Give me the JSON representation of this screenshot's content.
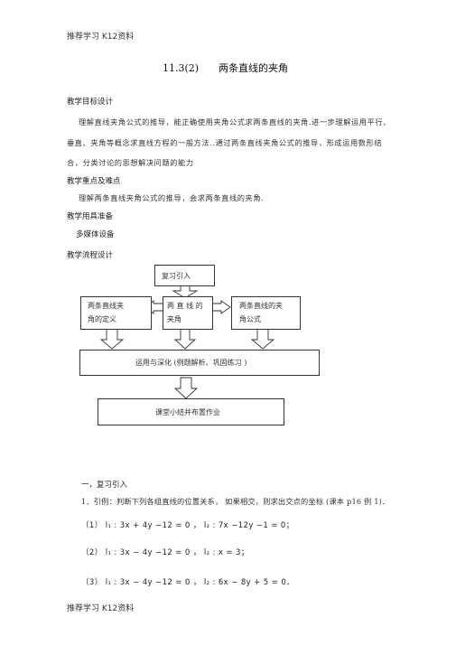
{
  "header": {
    "text": "推荐学习 K12资料"
  },
  "footer": {
    "text": "推荐学习 K12资料"
  },
  "title": {
    "number": "11.3(2)",
    "text": "两条直线的夹角"
  },
  "sections": {
    "goals_heading": "教学目标设计",
    "goals_line1": "理解直线夹角公式的推导，能正确使用夹角公式求两条直线的夹角.进一步理解运用平行、",
    "goals_line2": "垂直、夹角等概念求直线方程的一般方法..通过两条直线夹角公式的推导，形成运用数形结",
    "goals_line3": "合，分类讨论的思想解决问题的能力",
    "focus_heading": "教学重点及难点",
    "focus_line": "理解两条直线夹角公式的推导，会求两条直线的夹角.",
    "tools_heading": "教学用具准备",
    "tools_line": "多媒体设备",
    "flow_heading": "教学流程设计"
  },
  "flowchart": {
    "review": "复习引入",
    "left_line1": "两条直线夹",
    "left_line2": "角的定义",
    "mid_line1": "两 直 线 的",
    "mid_line2": "夹角",
    "right_line1": "两条直线的夹",
    "right_line2": "角公式",
    "apply": "运用与深化 (例题解析、巩固练习 )",
    "summary": "课堂小结并布置作业"
  },
  "lesson": {
    "part1_heading": "一，复习引入",
    "intro": "1．引例：判断下列各组直线的位置关系，   如果相交，则求出交点的坐标   (课本 p16 例 1)．",
    "eq1": "（1） l₁ : 3x + 4y −12 = 0 ，  l₂ : 7x −12y −1 = 0；",
    "eq2": "（2） l₁ : 3x − 4y −12 = 0 ，  l₂ : x = 3；",
    "eq3": "（3） l₁ : 3x − 4y −12 = 0 ，  l₂ : 6x − 8y + 5 = 0．"
  }
}
